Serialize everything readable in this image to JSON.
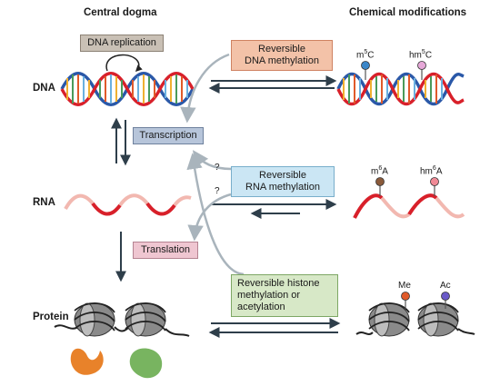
{
  "headers": {
    "central_dogma": "Central dogma",
    "chemical_modifications": "Chemical modifications"
  },
  "rows": {
    "dna": "DNA",
    "rna": "RNA",
    "protein": "Protein"
  },
  "process_boxes": {
    "dna_replication": "DNA replication",
    "transcription": "Transcription",
    "translation": "Translation"
  },
  "modification_boxes": {
    "dna_methylation": [
      "Reversible",
      "DNA methylation"
    ],
    "rna_methylation": [
      "Reversible",
      "RNA methylation"
    ],
    "histone": [
      "Reversible histone",
      "methylation or",
      "acetylation"
    ]
  },
  "marks": {
    "m5C": {
      "base": "m",
      "sup": "5",
      "tail": "C",
      "color": "#3a86c8"
    },
    "hm5C": {
      "base": "hm",
      "sup": "5",
      "tail": "C",
      "color": "#e6a8d8"
    },
    "m6A": {
      "base": "m",
      "sup": "6",
      "tail": "A",
      "color": "#8a5a3a"
    },
    "hm6A": {
      "base": "hm",
      "sup": "6",
      "tail": "A",
      "color": "#f08a96"
    },
    "Me": {
      "label": "Me",
      "color": "#e05a2a"
    },
    "Ac": {
      "label": "Ac",
      "color": "#6a5ac8"
    }
  },
  "unknown_marks": [
    "?",
    "?"
  ],
  "colors": {
    "dna_red": "#d8202a",
    "dna_blue": "#2a58a8",
    "rna_red": "#d8202a",
    "rna_pink": "#f2b8b0",
    "arrow_dark": "#2e3e4a",
    "arrow_grey": "#a9b4bc",
    "protein_orange": "#e8822a",
    "protein_green": "#78b460"
  }
}
